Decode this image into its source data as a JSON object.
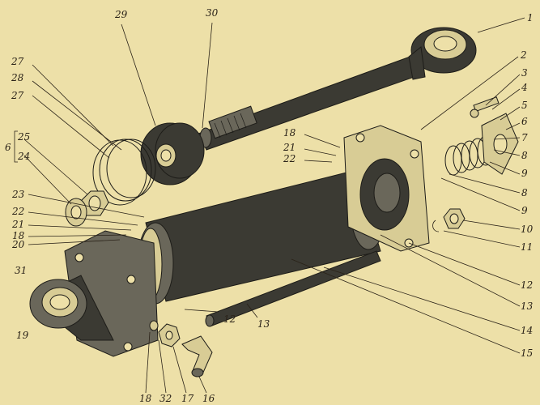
{
  "labels": {
    "n1": "1",
    "n2": "2",
    "n3": "3",
    "n4": "4",
    "n5": "5",
    "n6": "6",
    "n7": "7",
    "n8a": "8",
    "n9a": "9",
    "n8b": "8",
    "n9b": "9",
    "n10": "10",
    "n11": "11",
    "n12a": "12",
    "n13a": "13",
    "n14": "14",
    "n15": "15",
    "n27a": "27",
    "n28": "28",
    "n27b": "27",
    "n29": "29",
    "n30": "30",
    "n25": "25",
    "n24": "24",
    "n18a": "18",
    "n21a": "21",
    "n22a": "22",
    "n23": "23",
    "n22b": "22",
    "n21b": "21",
    "n18b": "18",
    "n20": "20",
    "n31": "31",
    "n19": "19",
    "n12b": "12",
    "n13b": "13",
    "n18c": "18",
    "n32": "32",
    "n17": "17",
    "n16": "16"
  }
}
